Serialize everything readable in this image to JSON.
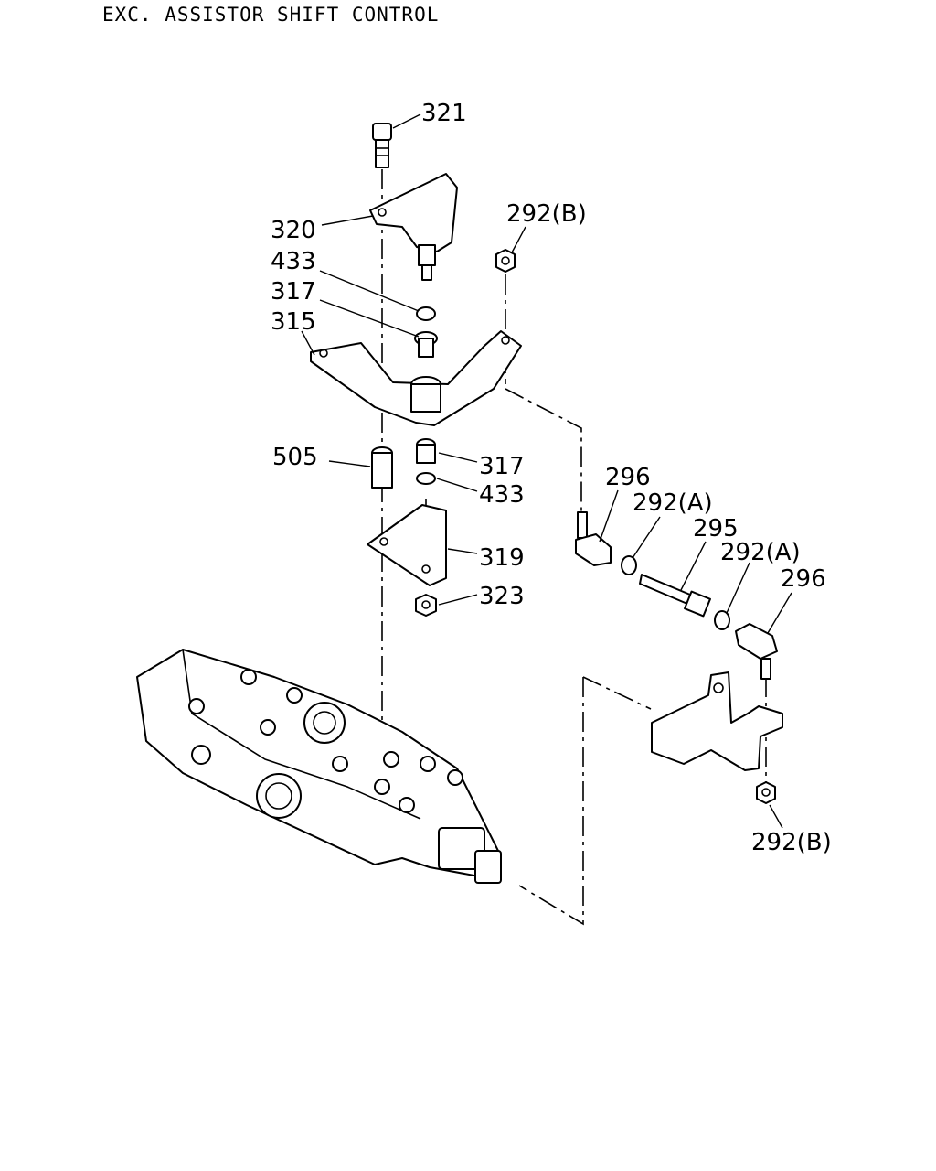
{
  "title": "EXC. ASSISTOR SHIFT CONTROL",
  "callouts": {
    "c321": "321",
    "c320": "320",
    "c433_top": "433",
    "c317_top": "317",
    "c315": "315",
    "c292b_top": "292(B)",
    "c505": "505",
    "c317_bottom": "317",
    "c433_bottom": "433",
    "c319": "319",
    "c323": "323",
    "c296_left": "296",
    "c292a_left": "292(A)",
    "c295": "295",
    "c292a_right": "292(A)",
    "c296_right": "296",
    "c292b_bottom": "292(B)"
  }
}
